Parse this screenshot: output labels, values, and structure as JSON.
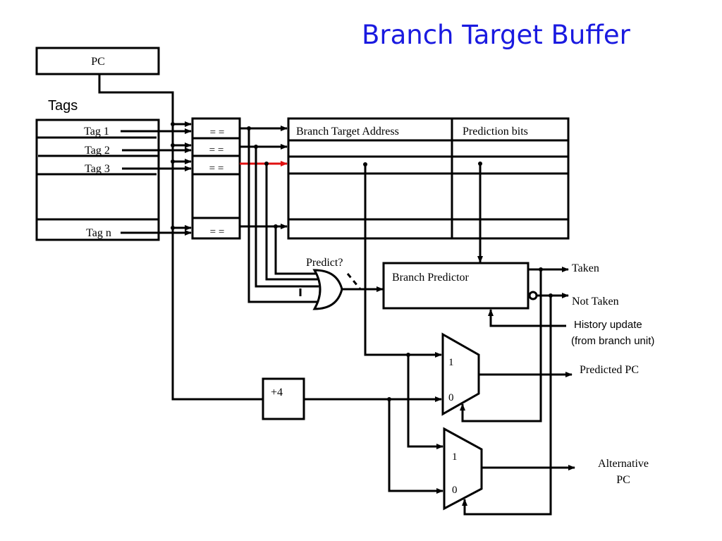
{
  "title": "Branch Target Buffer",
  "colors": {
    "title": "#1a1ae0",
    "highlight_wire": "#e01010",
    "line": "#000000",
    "background": "#ffffff"
  },
  "pc_register": {
    "label": "PC"
  },
  "tags": {
    "heading": "Tags",
    "entries": [
      "Tag 1",
      "Tag 2",
      "Tag 3",
      "Tag n"
    ]
  },
  "comparators": {
    "symbol": "= =",
    "count": 4
  },
  "btb_table": {
    "columns": [
      "Branch Target Address",
      "Prediction bits"
    ],
    "hit_row": "Tag 3"
  },
  "or_gate": {
    "label": "Predict?"
  },
  "branch_predictor": {
    "label": "Branch Predictor",
    "outputs": [
      "Taken",
      "Not Taken"
    ],
    "history_update": [
      "History update",
      "(from branch unit)"
    ]
  },
  "adder": {
    "label": "+4"
  },
  "mux_predicted": {
    "input_1": "1",
    "input_0": "0",
    "output": "Predicted PC"
  },
  "mux_alternative": {
    "input_1": "1",
    "input_0": "0",
    "output": [
      "Alternative",
      "PC"
    ]
  }
}
